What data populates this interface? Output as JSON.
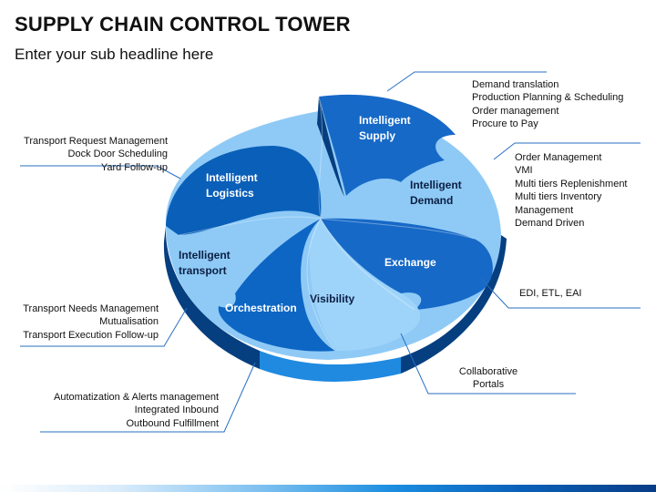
{
  "title": "SUPPLY CHAIN CONTROL TOWER",
  "subtitle": "Enter your sub headline here",
  "segments": {
    "intelligent_supply": [
      "Intelligent",
      "Supply"
    ],
    "intelligent_demand": [
      "Intelligent",
      "Demand"
    ],
    "intelligent_logistics": [
      "Intelligent",
      "Logistics"
    ],
    "intelligent_transport": [
      "Intelligent",
      "transport"
    ],
    "exchange": "Exchange",
    "visibility": "Visibility",
    "orchestration": "Orchestration"
  },
  "callouts": {
    "supply": [
      "Demand translation",
      "Production Planning & Scheduling",
      "Order management",
      "Procure to Pay"
    ],
    "demand": [
      "Order Management",
      "VMI",
      "Multi tiers Replenishment",
      "Multi tiers Inventory",
      "Management",
      "Demand Driven"
    ],
    "exchange": [
      "EDI, ETL, EAI"
    ],
    "visibility": [
      "Collaborative",
      "Portals"
    ],
    "logistics": [
      "Transport Request Management",
      "Dock Door Scheduling",
      "Yard Follow-up"
    ],
    "transport": [
      "Transport Needs Management",
      "Mutualisation",
      "Transport Execution Follow-up"
    ],
    "orchestration": [
      "Automatization & Alerts management",
      "Integrated Inbound",
      "Outbound Fulfillment"
    ]
  },
  "colors": {
    "dark_blue": "#0a5fb8",
    "mid_blue": "#1f7fd6",
    "light_blue": "#8fcaf6",
    "side_dark": "#063f80",
    "side_light": "#1f8ae0",
    "line": "#2a6fc0"
  }
}
